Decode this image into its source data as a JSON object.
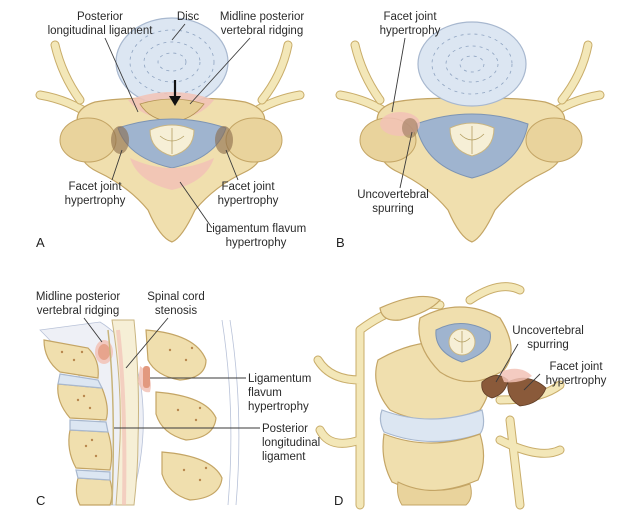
{
  "panels": {
    "a": {
      "letter": "A",
      "labels": {
        "posterior_longitudinal_ligament_1": "Posterior",
        "posterior_longitudinal_ligament_2": "longitudinal ligament",
        "disc": "Disc",
        "midline_ridging_1": "Midline posterior",
        "midline_ridging_2": "vertebral ridging",
        "facet_left_1": "Facet joint",
        "facet_left_2": "hypertrophy",
        "facet_right_1": "Facet joint",
        "facet_right_2": "hypertrophy",
        "ligamentum_1": "Ligamentum flavum",
        "ligamentum_2": "hypertrophy"
      }
    },
    "b": {
      "letter": "B",
      "labels": {
        "facet_1": "Facet joint",
        "facet_2": "hypertrophy",
        "uncovertebral_1": "Uncovertebral",
        "uncovertebral_2": "spurring"
      }
    },
    "c": {
      "letter": "C",
      "labels": {
        "midline_1": "Midline posterior",
        "midline_2": "vertebral ridging",
        "stenosis_1": "Spinal cord",
        "stenosis_2": "stenosis",
        "ligamentum_1": "Ligamentum",
        "ligamentum_2": "flavum",
        "ligamentum_3": "hypertrophy",
        "pll_1": "Posterior",
        "pll_2": "longitudinal",
        "pll_3": "ligament"
      }
    },
    "d": {
      "letter": "D",
      "labels": {
        "uncovertebral_1": "Uncovertebral",
        "uncovertebral_2": "spurring",
        "facet_1": "Facet joint",
        "facet_2": "hypertrophy"
      }
    }
  }
}
